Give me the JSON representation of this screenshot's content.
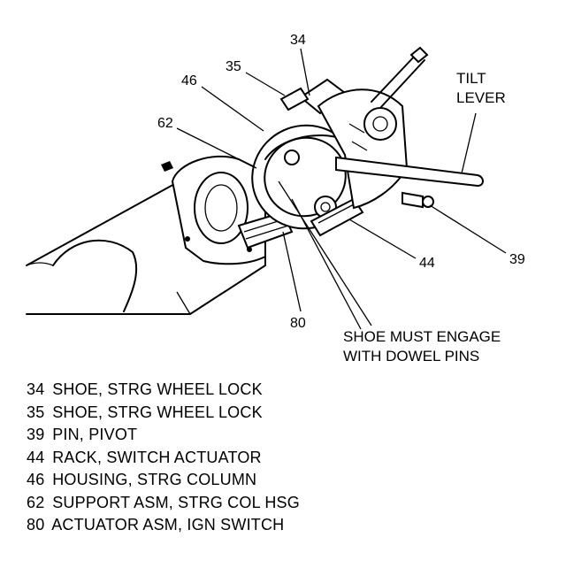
{
  "callouts": {
    "c34": "34",
    "c35": "35",
    "c46": "46",
    "c62": "62",
    "c44": "44",
    "c39": "39",
    "c80": "80"
  },
  "tilt_lever": {
    "line1": "TILT",
    "line2": "LEVER"
  },
  "note": {
    "line1": "SHOE MUST ENGAGE",
    "line2": "WITH DOWEL PINS"
  },
  "legend": [
    {
      "num": "34",
      "text": "SHOE, STRG WHEEL LOCK"
    },
    {
      "num": "35",
      "text": "SHOE, STRG WHEEL LOCK"
    },
    {
      "num": "39",
      "text": "PIN, PIVOT"
    },
    {
      "num": "44",
      "text": "RACK, SWITCH ACTUATOR"
    },
    {
      "num": "46",
      "text": "HOUSING, STRG COLUMN"
    },
    {
      "num": "62",
      "text": "SUPPORT ASM, STRG COL HSG"
    },
    {
      "num": "80",
      "text": "ACTUATOR ASM, IGN SWITCH"
    }
  ]
}
